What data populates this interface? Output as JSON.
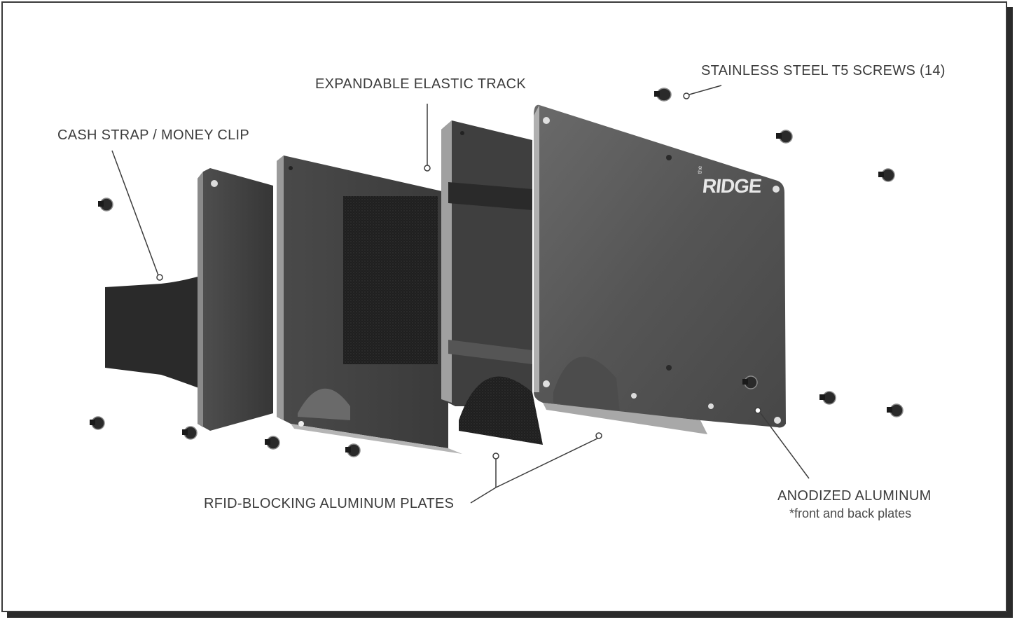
{
  "labels": {
    "cash_strap": "CASH STRAP / MONEY CLIP",
    "elastic_track": "EXPANDABLE ELASTIC TRACK",
    "screws": "STAINLESS STEEL T5 SCREWS (14)",
    "rfid_plates": "RFID-BLOCKING ALUMINUM PLATES",
    "anodized": "ANODIZED ALUMINUM",
    "anodized_note": "*front and back plates"
  },
  "brand": {
    "the": "the",
    "name": "RIDGE"
  },
  "colors": {
    "text": "#3c3c3c",
    "plate_dark": "#3a3a3a",
    "plate_mid": "#555555",
    "plate_edge": "#9a9a9a",
    "elastic": "#1c1c1c",
    "frame_shadow": "#2b2b2b"
  }
}
